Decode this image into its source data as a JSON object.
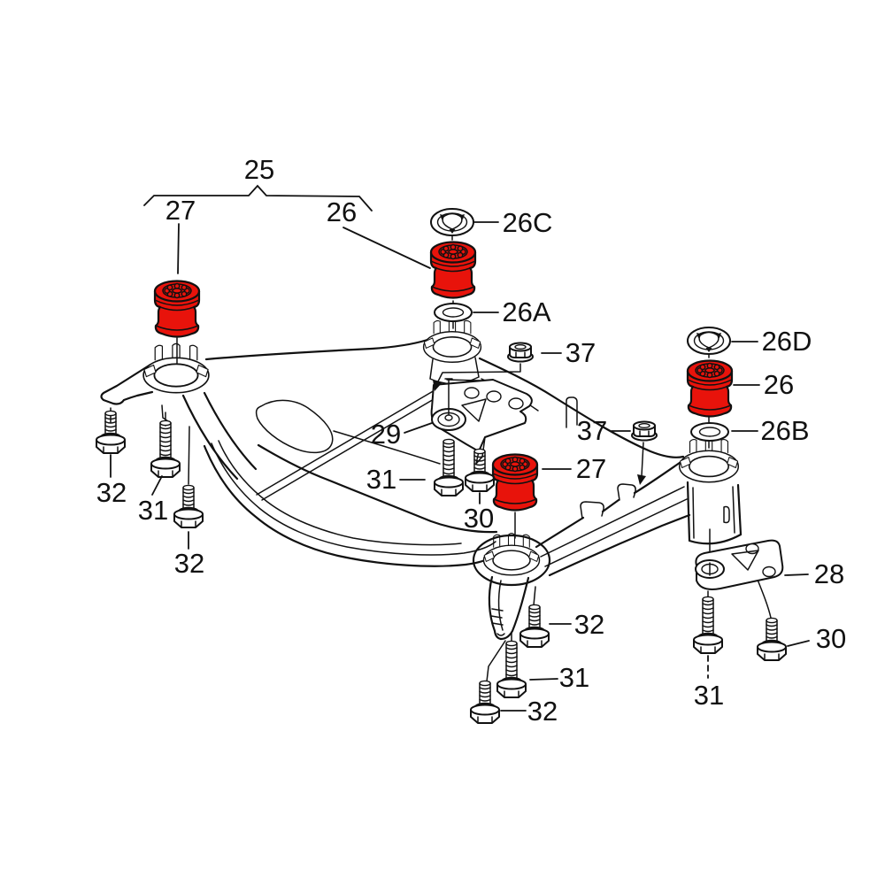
{
  "diagram": {
    "kind": "exploded-parts-diagram",
    "background_color": "#ffffff",
    "line_color": "#111111",
    "highlight_color": "#e8130b",
    "callouts": {
      "group_25": "25",
      "bushing_front_left_27": "27",
      "bushing_top_26": "26",
      "retainer_26C": "26C",
      "washer_26A": "26A",
      "nut_37_center": "37",
      "retainer_26D": "26D",
      "bushing_right_26": "26",
      "washer_26B": "26B",
      "nut_37_right": "37",
      "bushing_center_27": "27",
      "bracket_29": "29",
      "bolt_31_center": "31",
      "bolt_30_center": "30",
      "bolt_32_left_outer": "32",
      "bolt_31_left": "31",
      "bolt_32_left_inner": "32",
      "bolt_32_bottom_upper": "32",
      "bolt_31_bottom": "31",
      "bolt_32_bottom_lower": "32",
      "bracket_28": "28",
      "bolt_30_right": "30",
      "bolt_31_right": "31"
    }
  }
}
